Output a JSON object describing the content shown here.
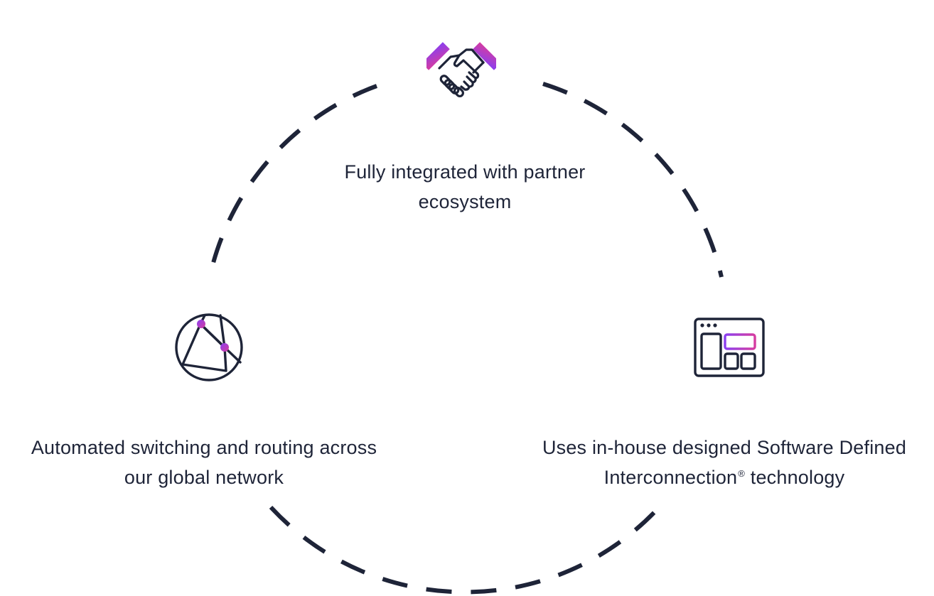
{
  "nodes": {
    "top": {
      "icon": "handshake-icon",
      "line1": "Fully integrated with partner",
      "line2": "ecosystem"
    },
    "left": {
      "icon": "network-globe-icon",
      "line1": "Automated switching and routing across",
      "line2": "our global network"
    },
    "right": {
      "icon": "software-window-icon",
      "line1": "Uses in-house designed Software Defined",
      "line2_pre": "Interconnection",
      "line2_reg": "®",
      "line2_post": " technology"
    }
  },
  "colors": {
    "ink": "#1e2438",
    "accent_purple": "#8a3ff0",
    "accent_magenta": "#d63ca0"
  }
}
